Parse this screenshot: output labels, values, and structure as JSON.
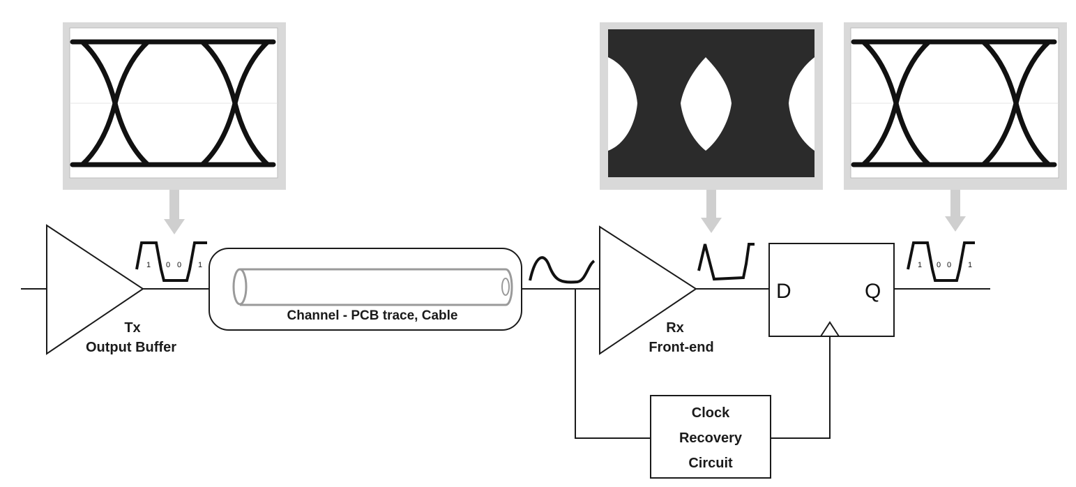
{
  "tx": {
    "title": "Tx",
    "subtitle": "Output Buffer"
  },
  "channel": {
    "label": "Channel - PCB trace, Cable"
  },
  "rx": {
    "title": "Rx",
    "subtitle": "Front-end"
  },
  "flipflop": {
    "d_label": "D",
    "q_label": "Q"
  },
  "clock_recovery": {
    "line1": "Clock",
    "line2": "Recovery",
    "line3": "Circuit"
  },
  "tx_bits": [
    "1",
    "0",
    "0",
    "1"
  ],
  "out_bits": [
    "1",
    "0",
    "0",
    "1"
  ],
  "colors": {
    "line": "#1a1a1a",
    "eye_frame": "#d9d9d9",
    "eye_closed_bg": "#2b2b2b"
  }
}
